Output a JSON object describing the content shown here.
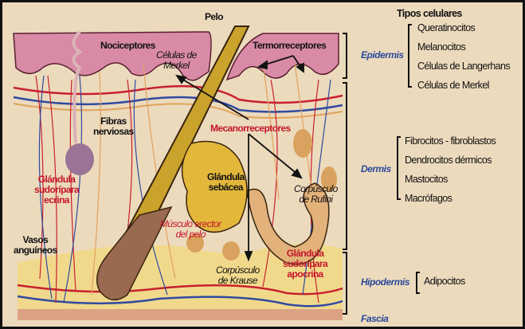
{
  "diagram_labels": {
    "pelo": "Pelo",
    "nociceptores": "Nociceptores",
    "celulas_merkel": [
      "Células de",
      "Merkel"
    ],
    "termorreceptores": "Termorreceptores",
    "fibras_nerviosas": [
      "Fibras",
      "nerviosas"
    ],
    "mecanorreceptores": "Mecanorreceptores",
    "glandula_sebacea": [
      "Glándula",
      "sebácea"
    ],
    "glandula_ecrina": [
      "Glándula",
      "sudorípara",
      "ecrina"
    ],
    "corpusculo_rufini": [
      "Corpúsculo",
      "de Rufini"
    ],
    "musculo_erector": [
      "Músculo erector",
      "del pelo"
    ],
    "vasos": [
      "Vasos",
      "anguíneos"
    ],
    "corpusculo_krause": [
      "Corpúsculo",
      "de Krause"
    ],
    "glandula_apocrina": [
      "Glándula",
      "sudorípara",
      "apocrina"
    ]
  },
  "layers": {
    "epidermis": "Epidermis",
    "dermis": "Dermis",
    "hipodermis": "Hipodermis",
    "fascia": "Fascia"
  },
  "cell_types": {
    "title": "Tipos celulares",
    "epidermis": [
      "Queratinocitos",
      "Melanocitos",
      "Células de Langerhans",
      "Células de Merkel"
    ],
    "dermis": [
      "Fibrocitos - fibroblastos",
      "Dendrocitos dérmicos",
      "Mastocitos",
      "Macrófagos"
    ],
    "hipodermis": [
      "Adipocitos"
    ]
  },
  "colors": {
    "background": "#ecdabd",
    "epidermis": "#d98aa6",
    "artery": "#c8202e",
    "vein": "#2f4aa0",
    "nerve": "#e0a35c",
    "hypodermis": "#f1d98c",
    "fascia": "#dba383",
    "layer_label": "#2a4a9a"
  }
}
